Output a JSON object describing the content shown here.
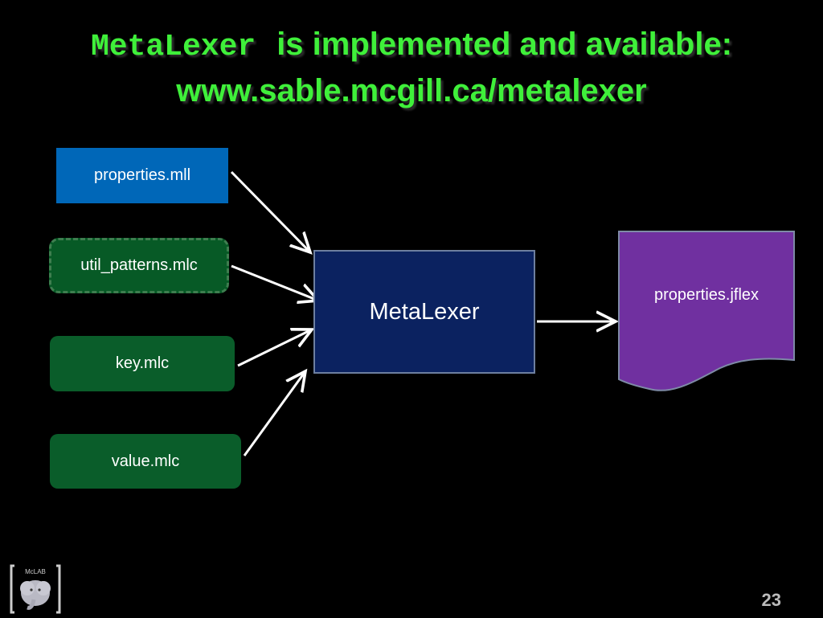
{
  "slide": {
    "title_code": "MetaLexer",
    "title_rest": "is implemented and available:",
    "title_url": "www.sable.mcgill.ca/metalexer",
    "page_number": "23",
    "logo_text": "McLAB"
  },
  "diagram": {
    "inputs": [
      "properties.mll",
      "util_patterns.mlc",
      "key.mlc",
      "value.mlc"
    ],
    "processor": "MetaLexer",
    "output": "properties.jflex"
  },
  "colors": {
    "title": "#3ff03a",
    "mll_box": "#0067b8",
    "mlc_box": "#0a5d2a",
    "processor_box": "#0b2260",
    "output_doc": "#7030a0"
  }
}
